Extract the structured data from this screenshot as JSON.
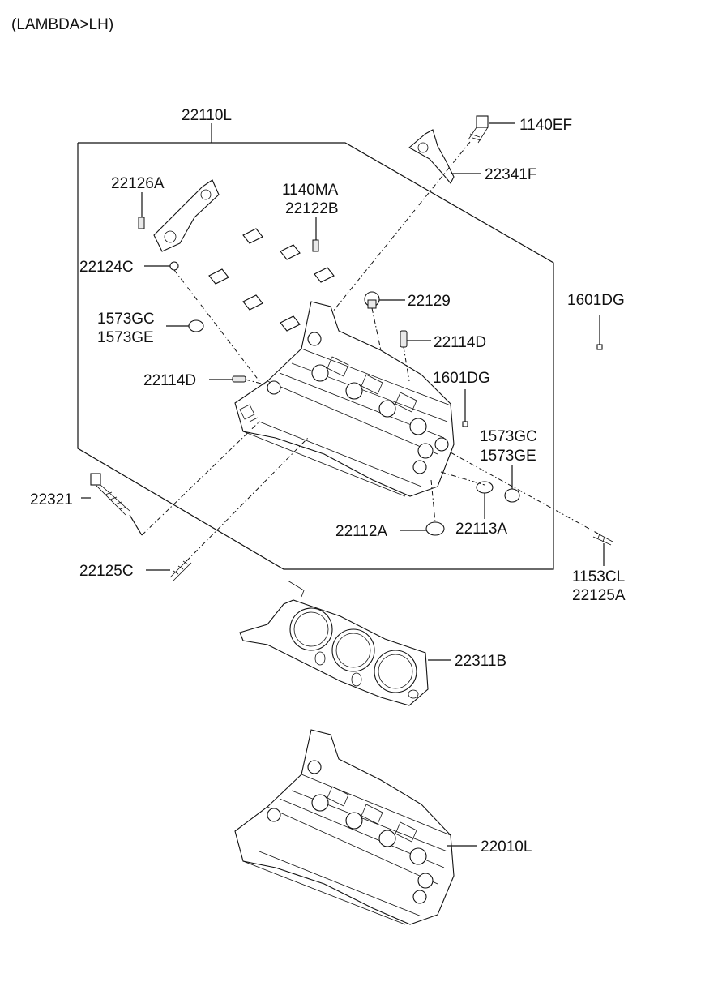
{
  "header": {
    "variant": "(LAMBDA>LH)"
  },
  "labels": {
    "p22110L": "22110L",
    "p1140EF": "1140EF",
    "p22341F": "22341F",
    "p22126A": "22126A",
    "p1140MA": "1140MA",
    "p22122B": "22122B",
    "p22124C": "22124C",
    "p1601DG_a": "1601DG",
    "p22129": "22129",
    "p1573GC_a": "1573GC",
    "p1573GE_a": "1573GE",
    "p22114D_a": "22114D",
    "p22114D_b": "22114D",
    "p1601DG_b": "1601DG",
    "p1573GC_b": "1573GC",
    "p1573GE_b": "1573GE",
    "p22321": "22321",
    "p22112A": "22112A",
    "p22113A": "22113A",
    "p22125C": "22125C",
    "p1153CL": "1153CL",
    "p22125A": "22125A",
    "p22311B": "22311B",
    "p22010L": "22010L"
  }
}
